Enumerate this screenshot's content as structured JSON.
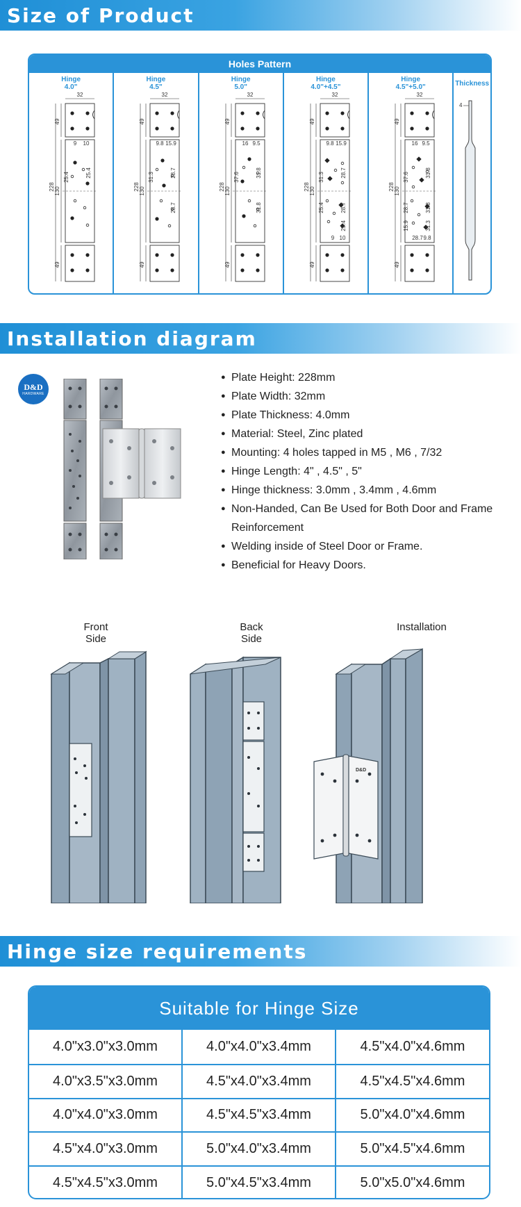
{
  "sections": {
    "size_of_product": "Size of Product",
    "installation": "Installation diagram",
    "hinge_size": "Hinge size requirements"
  },
  "holes_pattern": {
    "title": "Holes Pattern",
    "columns": [
      {
        "line1": "Hinge",
        "line2": "4.0\""
      },
      {
        "line1": "Hinge",
        "line2": "4.5\""
      },
      {
        "line1": "Hinge",
        "line2": "5.0\""
      },
      {
        "line1": "Hinge",
        "line2": "4.0\"+4.5\""
      },
      {
        "line1": "Hinge",
        "line2": "4.5\"+5.0\""
      }
    ],
    "thickness_label": "Thickness",
    "thickness_value": "4",
    "dims": {
      "width": "32",
      "end": "49",
      "total": "228",
      "mid": "130"
    },
    "col_dims": [
      [
        "9",
        "10",
        "25.4",
        "25.4"
      ],
      [
        "9.8",
        "15.9",
        "28.7",
        "31.3",
        "28.7"
      ],
      [
        "16",
        "9.5",
        "31.8",
        "37.6",
        "31.8"
      ],
      [
        "9.8",
        "15.9",
        "28.7",
        "31.3",
        "28.7",
        "25.4",
        "25.4",
        "9",
        "10"
      ],
      [
        "16",
        "9.5",
        "31.8",
        "37.6",
        "31.8",
        "28.7",
        "31.3",
        "28.7",
        "9.8",
        "15.9"
      ]
    ]
  },
  "logo": {
    "mark": "D&D",
    "sub": "HARDWARE"
  },
  "specs": [
    "Plate Height: 228mm",
    "Plate Width: 32mm",
    "Plate Thickness: 4.0mm",
    "Material: Steel, Zinc plated",
    "Mounting: 4 holes tapped in M5 , M6 , 7/32",
    "Hinge Length: 4\" , 4.5\" , 5\"",
    "Hinge thickness: 3.0mm , 3.4mm , 4.6mm",
    "Non-Handed, Can Be Used for Both Door and Frame Reinforcement",
    "Welding inside of Steel Door or Frame.",
    "Beneficial for Heavy Doors."
  ],
  "captions": {
    "front_l1": "Front",
    "front_l2": "Side",
    "back_l1": "Back",
    "back_l2": "Side",
    "install": "Installation"
  },
  "hinge_brand": "D&D",
  "size_table": {
    "title": "Suitable for Hinge Size",
    "rows": [
      [
        "4.0\"x3.0\"x3.0mm",
        "4.0\"x4.0\"x3.4mm",
        "4.5\"x4.0\"x4.6mm"
      ],
      [
        "4.0\"x3.5\"x3.0mm",
        "4.5\"x4.0\"x3.4mm",
        "4.5\"x4.5\"x4.6mm"
      ],
      [
        "4.0\"x4.0\"x3.0mm",
        "4.5\"x4.5\"x3.4mm",
        "5.0\"x4.0\"x4.6mm"
      ],
      [
        "4.5\"x4.0\"x3.0mm",
        "5.0\"x4.0\"x3.4mm",
        "5.0\"x4.5\"x4.6mm"
      ],
      [
        "4.5\"x4.5\"x3.0mm",
        "5.0\"x4.5\"x3.4mm",
        "5.0\"x5.0\"x4.6mm"
      ]
    ]
  },
  "colors": {
    "brand_blue": "#2a93d8",
    "logo_blue": "#1a6fc2",
    "frame_steel": "#9db0c0"
  }
}
